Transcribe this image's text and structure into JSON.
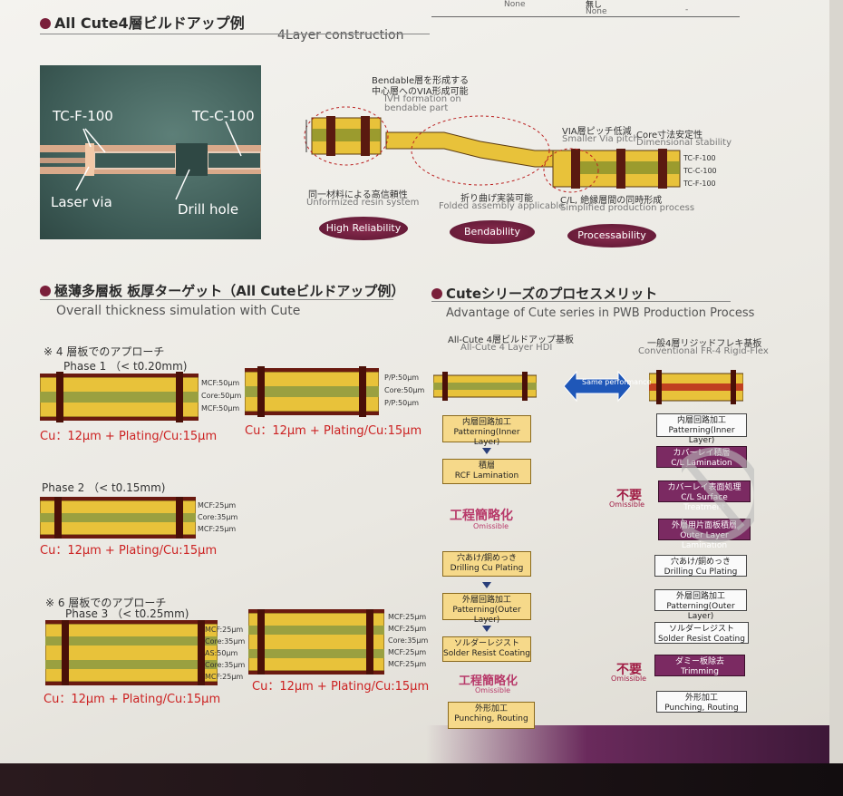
{
  "top_table": {
    "cell1": "None",
    "cell2": "無し",
    "cell3": "None",
    "cell4": "-"
  },
  "section1": {
    "title": "All Cute4層ビルドアップ例",
    "subtitle": "4Layer construction"
  },
  "photo": {
    "label_tl": "TC-F-100",
    "label_tr": "TC-C-100",
    "label_bl": "Laser via",
    "label_br": "Drill hole"
  },
  "diagram": {
    "bendable_jp": "Bendable層を形成する",
    "bendable_jp2": "中心層へのVIA形成可能",
    "bendable_en": "IVH formation on",
    "bendable_en2": "bendable part",
    "via_jp": "VIA層ピッチ低減",
    "via_en": "Smaller Via pitch",
    "core_jp": "Core寸法安定性",
    "core_en": "Dimensional stability",
    "layer1": "TC-F-100",
    "layer2": "TC-C-100",
    "layer3": "TC-F-100",
    "resin_jp": "同一材料による高信頼性",
    "resin_en": "Unformized resin system",
    "fold_jp": "折り曲げ実装可能",
    "fold_en": "Folded assembly applicable",
    "cl_jp": "C/L, 絶縁層間の同時形成",
    "cl_en": "Simplified production process",
    "pill1": "High Reliability",
    "pill2": "Bendability",
    "pill3": "Processability"
  },
  "section2": {
    "title": "極薄多層板 板厚ターゲット（All Cuteビルドアップ例）",
    "subtitle": "Overall thickness simulation with Cute"
  },
  "thickness": {
    "approach4": "※ 4 層板でのアプローチ",
    "phase1": "Phase 1 （< t0.20mm)",
    "p1_labels": [
      "MCF:50μm",
      "Core:50μm",
      "MCF:50μm"
    ],
    "p1b_labels": [
      "P/P:50μm",
      "Core:50μm",
      "P/P:50μm"
    ],
    "cu1": "Cu：12μm + Plating/Cu:15μm",
    "cu1b": "Cu：12μm + Plating/Cu:15μm",
    "phase2": "Phase 2 （< t0.15mm)",
    "p2_labels": [
      "MCF:25μm",
      "Core:35μm",
      "MCF:25μm"
    ],
    "cu2": "Cu：12μm + Plating/Cu:15μm",
    "approach6": "※ 6 層板でのアプローチ",
    "phase3": "Phase 3 （< t0.25mm)",
    "p3_labels": [
      "MCF:25μm",
      "Core:35μm",
      "AS:50μm",
      "Core:35μm",
      "MCF:25μm"
    ],
    "p3b_labels": [
      "MCF:25μm",
      "MCF:25μm",
      "Core:35μm",
      "MCF:25μm",
      "MCF:25μm"
    ],
    "cu3": "Cu：12μm + Plating/Cu:15μm",
    "cu3b": "Cu：12μm + Plating/Cu:15μm"
  },
  "section3": {
    "title": "Cuteシリーズのプロセスメリット",
    "subtitle": "Advantage of Cute series in PWB Production Process"
  },
  "process": {
    "left_head_jp": "All-Cute 4層ビルドアップ基板",
    "left_head_en": "All-Cute 4 Layer HDI",
    "right_head_jp": "一般4層リジッドフレキ基板",
    "right_head_en": "Conventional FR-4 Rigid-Flex",
    "same_perf": "Same performance",
    "left_steps": [
      {
        "jp": "内層回路加工",
        "en": "Patterning(Inner Layer)"
      },
      {
        "jp": "積層",
        "en": "RCF Lamination"
      },
      {
        "jp": "穴あけ/銅めっき",
        "en": "Drilling Cu Plating"
      },
      {
        "jp": "外層回路加工",
        "en": "Patterning(Outer Layer)"
      },
      {
        "jp": "ソルダーレジスト",
        "en": "Solder Resist Coating"
      },
      {
        "jp": "外形加工",
        "en": "Punching, Routing"
      }
    ],
    "omit1_jp": "工程簡略化",
    "omit1_en": "Omissible",
    "omit2_jp": "工程簡略化",
    "omit2_en": "Omissible",
    "right_steps": [
      {
        "jp": "内層回路加工",
        "en": "Patterning(Inner Layer)"
      },
      {
        "jp": "カバーレイ積層",
        "en": "C/L Lamination"
      },
      {
        "jp": "カバーレイ表面処理",
        "en": "C/L Surface Treatment"
      },
      {
        "jp": "外層用片面板積層",
        "en": "Outer Layer Lamination"
      },
      {
        "jp": "穴あけ/銅めっき",
        "en": "Drilling Cu Plating"
      },
      {
        "jp": "外層回路加工",
        "en": "Patterning(Outer Layer)"
      },
      {
        "jp": "ソルダーレジスト",
        "en": "Solder Resist Coating"
      },
      {
        "jp": "ダミー板除去",
        "en": "Trimming"
      },
      {
        "jp": "外形加工",
        "en": "Punching, Routing"
      }
    ],
    "unneeded1_jp": "不要",
    "unneeded1_en": "Omissible",
    "unneeded2_jp": "不要",
    "unneeded2_en": "Omissible"
  }
}
